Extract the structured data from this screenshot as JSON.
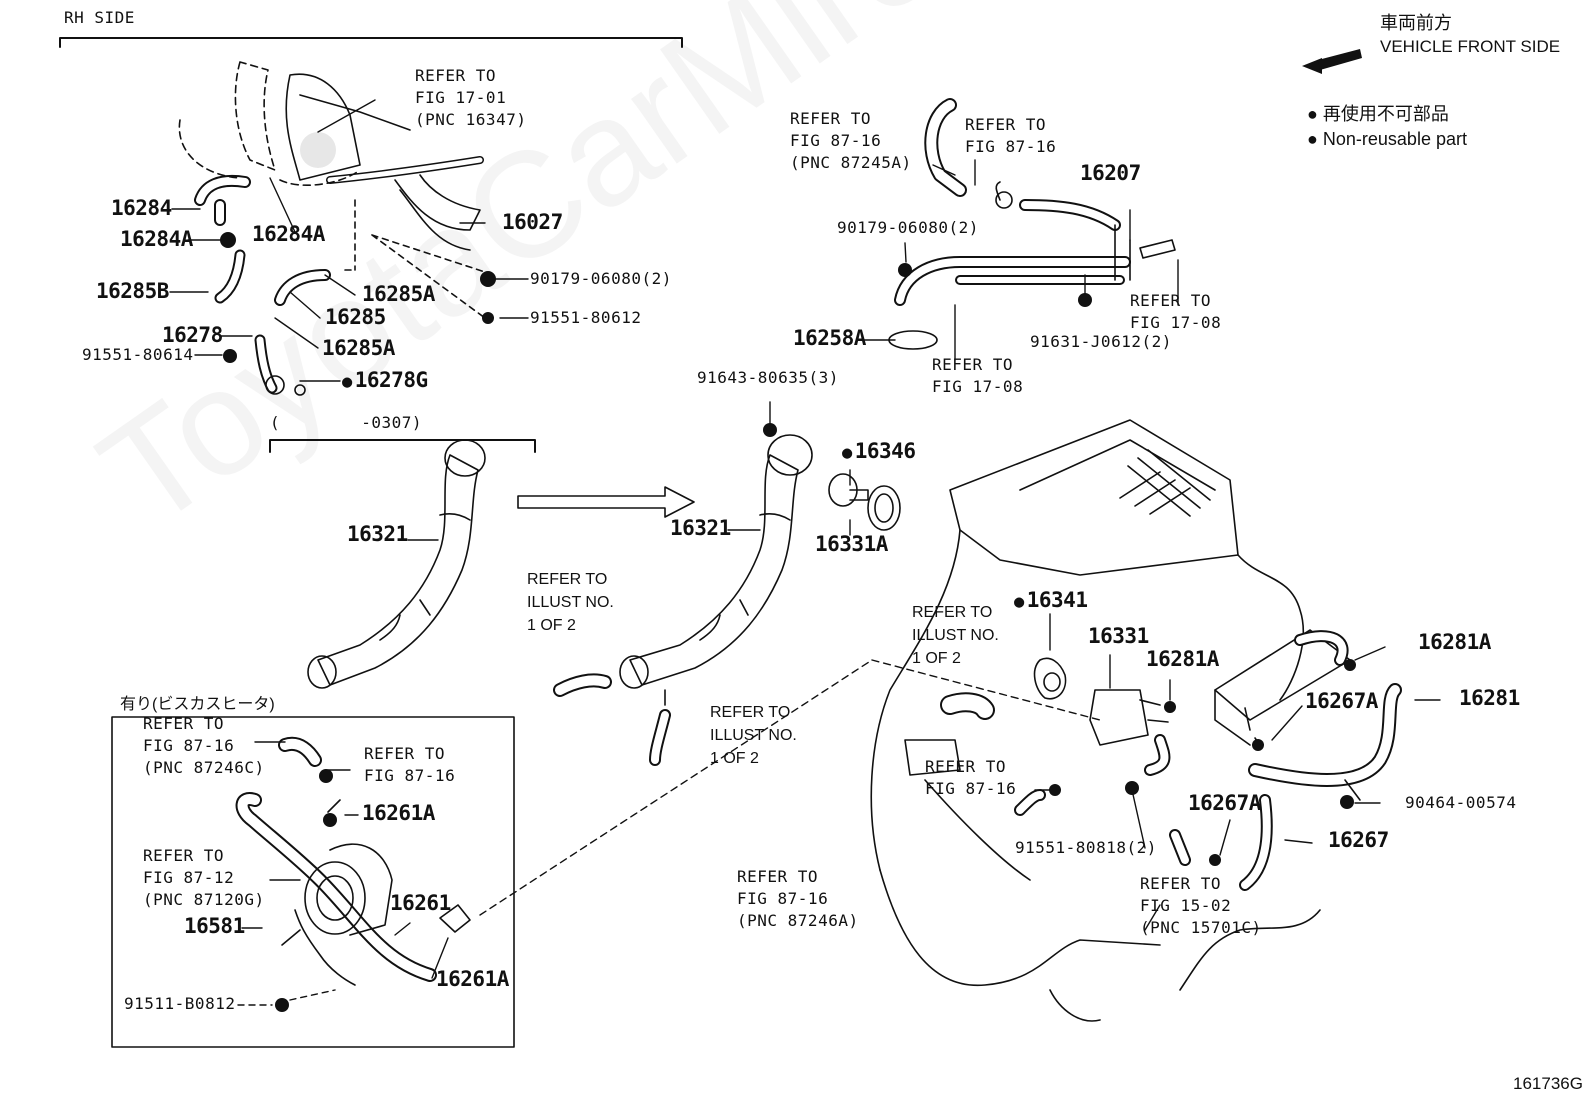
{
  "sections": {
    "rh_side": "RH SIDE",
    "date_range": "(        -0307)",
    "bisukasu": "有り(ビスカスヒータ)"
  },
  "legend": {
    "front_jp": "車両前方",
    "front_en": "VEHICLE FRONT SIDE",
    "nonreuse_jp": "再使用不可部品",
    "nonreuse_en": "Non-reusable part"
  },
  "figure_id": "161736G",
  "watermark": "ToyotaCarMire.ru",
  "parts": {
    "p16284": "16284",
    "p16284a": "16284A",
    "p16285b": "16285B",
    "p16278": "16278",
    "p91551_80614": "91551-80614",
    "p16278g": "16278G",
    "p16027": "16027",
    "p90179_06080_top": "90179-06080(2)",
    "p91551_80612": "91551-80612",
    "p16285a_1": "16285A",
    "p16285": "16285",
    "p16285a_2": "16285A",
    "p16321_left": "16321",
    "p16321_right": "16321",
    "p91643": "91643-80635(3)",
    "p16346": "16346",
    "p16331a": "16331A",
    "p90179_06080_right": "90179-06080(2)",
    "p16207": "16207",
    "p16258a": "16258A",
    "p91631": "91631-J0612(2)",
    "p16341": "16341",
    "p16331": "16331",
    "p16281a_1": "16281A",
    "p16281a_2": "16281A",
    "p16281": "16281",
    "p16267a": "16267A",
    "p90464": "90464-00574",
    "p16267a_2": "16267A",
    "p16267": "16267",
    "p91551_80818": "91551-80818(2)",
    "p16261a_1": "16261A",
    "p16261": "16261",
    "p16261a_2": "16261A",
    "p16581": "16581",
    "p91511": "91511-B0812"
  },
  "refs": {
    "r_fig1701": "REFER TO\nFIG 17-01\n(PNC 16347)",
    "r_fig8716_a": "REFER TO\nFIG 87-16\n(PNC 87245A)",
    "r_fig8716_b": "REFER TO\nFIG 87-16",
    "r_fig1708_a": "REFER TO\nFIG 17-08",
    "r_fig1708_b": "REFER TO\nFIG 17-08",
    "r_illust_a": "REFER TO\nILLUST NO.\n1 OF 2",
    "r_illust_b": "REFER TO\nILLUST NO.\n1 OF 2",
    "r_illust_c": "REFER TO\nILLUST NO.\n1 OF 2",
    "r_fig8716_c": "REFER TO\nFIG 87-16",
    "r_fig8716_d": "REFER TO\nFIG 87-16\n(PNC 87246A)",
    "r_fig1502": "REFER TO\nFIG 15-02\n(PNC 15701C)",
    "r_fig8716_e": "REFER TO\nFIG 87-16\n(PNC 87246C)",
    "r_fig8716_f": "REFER TO\nFIG 87-16",
    "r_fig8712": "REFER TO\nFIG 87-12\n(PNC 87120G)"
  }
}
